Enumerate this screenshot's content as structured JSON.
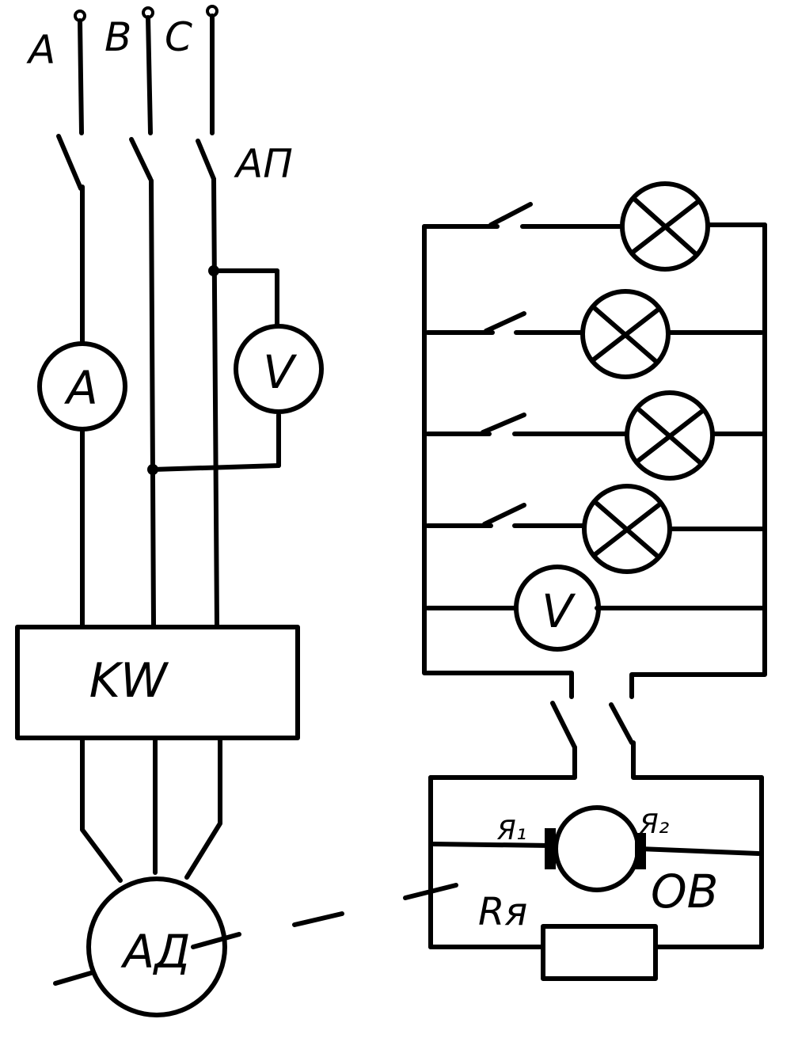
{
  "phases": [
    "A",
    "B",
    "C"
  ],
  "breaker_label": "АП",
  "ammeter_label": "A",
  "voltmeter_label": "V",
  "wattmeter_label": "KW",
  "motor_label": "АД",
  "load_voltmeter_label": "V",
  "lamp_count": 4,
  "dc_generator": {
    "terminal_1": "Я₁",
    "terminal_2": "Я₂",
    "field_winding_label": "ОВ",
    "armature_resistor_label": "Rя"
  },
  "colors": {
    "ink": "#000000",
    "paper": "#ffffff"
  }
}
